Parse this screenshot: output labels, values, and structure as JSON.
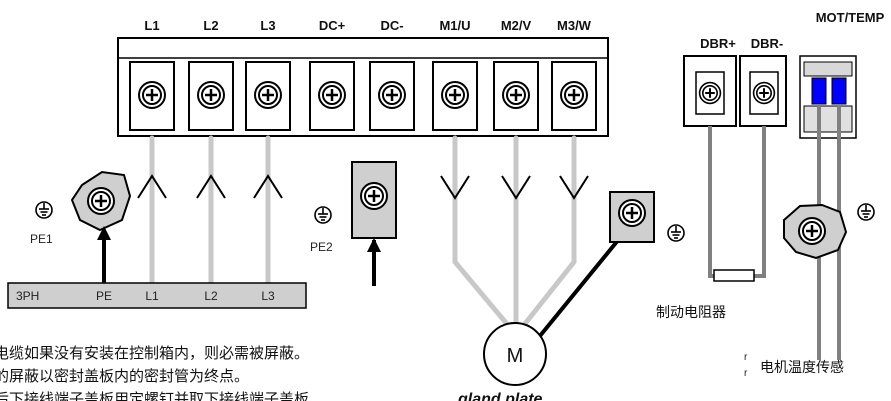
{
  "terminals": {
    "main": [
      "L1",
      "L2",
      "L3",
      "DC+",
      "DC-",
      "M1/U",
      "M2/V",
      "M3/W"
    ],
    "brake": [
      "DBR+",
      "DBR-"
    ],
    "temp": "MOT/TEMP"
  },
  "ground_labels": {
    "pe1": "PE1",
    "pe2": "PE2"
  },
  "supply_bar": [
    "3PH",
    "PE",
    "L1",
    "L2",
    "L3"
  ],
  "motor": "M",
  "gland_plate": "gland plate",
  "brake_resistor_label": "制动电阻器",
  "temp_sensor_label": "电机温度传感",
  "notes": [
    "电缆如果没有安装在控制箱内，则必需被屏蔽。",
    "的屏蔽以密封盖板内的密封管为终点。",
    "后下接线端子盖板用定螺钉并取下接线端子盖板"
  ],
  "stray_mark": "r"
}
